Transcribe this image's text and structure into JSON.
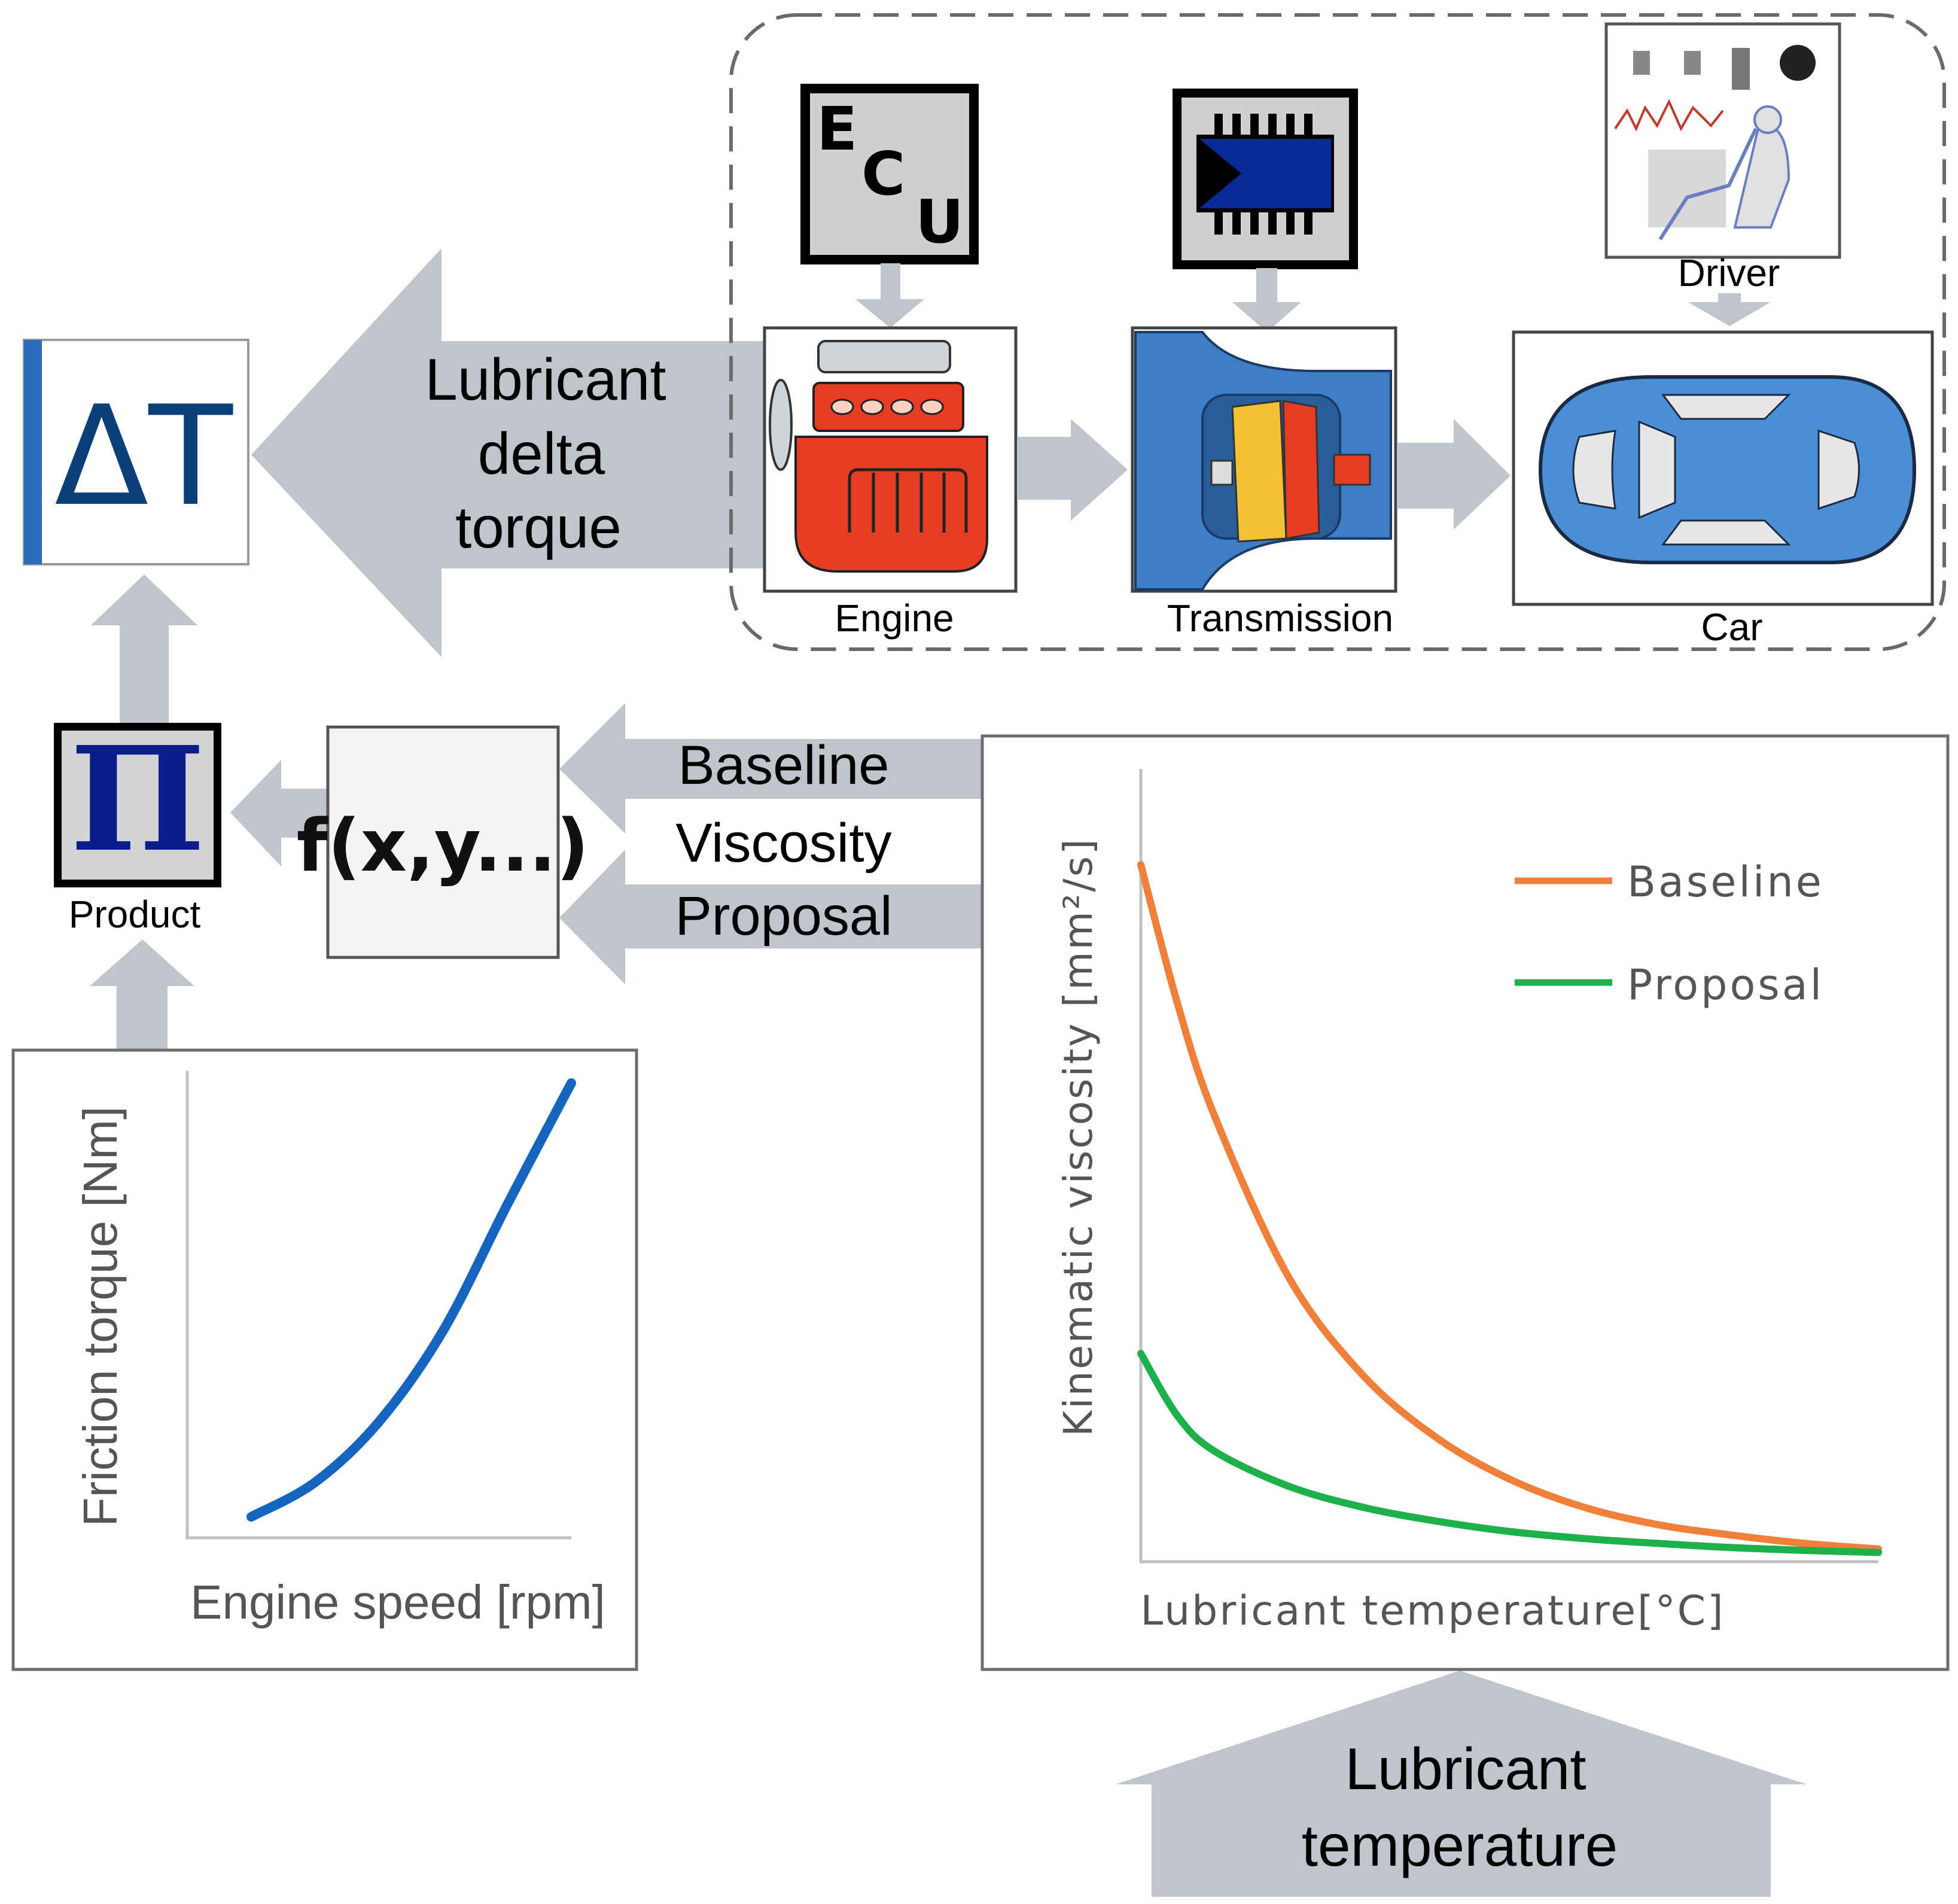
{
  "colors": {
    "arrow": "#bfc5cb",
    "frame": "#6d6d6d",
    "dashed_border": "#6a6a6a",
    "delta_blue": "#0b3f7a",
    "delta_bar": "#2a6cb8",
    "product_blue": "#0a1d8c",
    "friction_curve": "#1565c0",
    "baseline": "#f07f3a",
    "proposal": "#1db04b",
    "axis_text": "#555555",
    "engine_red": "#e63c24",
    "trans_blue": "#3d7ec4",
    "car_blue": "#4a8ed3"
  },
  "blocks": {
    "delta_symbol": "ΔT",
    "product_symbol": "Π",
    "product_label": "Product",
    "function_symbol": "f(x,y...)",
    "ecu_letters": [
      "E",
      "C",
      "U"
    ],
    "engine_label": "Engine",
    "transmission_label": "Transmission",
    "car_label": "Car",
    "driver_label": "Driver"
  },
  "arrows": {
    "lubricant_delta_torque": [
      "Lubricant",
      "delta",
      "torque"
    ],
    "viscosity": [
      "Baseline",
      "Viscosity",
      "Proposal"
    ],
    "lubricant_temperature": [
      "Lubricant",
      "temperature"
    ]
  },
  "chart_data": [
    {
      "type": "line",
      "xlabel": "Engine speed [rpm]",
      "ylabel": "Friction torque [Nm]",
      "series": [
        {
          "x": [
            0.0,
            0.2,
            0.4,
            0.6,
            0.8,
            1.0
          ],
          "y": [
            0.0,
            0.08,
            0.22,
            0.43,
            0.72,
            1.0
          ]
        }
      ]
    },
    {
      "type": "line",
      "xlabel": "Lubricant temperature[°C]",
      "ylabel": "Kinematic viscosity [mm²/s]",
      "legend": "top-right",
      "series": [
        {
          "name": "Baseline",
          "color": "#f07f3a",
          "x": [
            0.0,
            0.05,
            0.1,
            0.2,
            0.3,
            0.4,
            0.5,
            0.6,
            0.7,
            0.8,
            0.9,
            1.0
          ],
          "y": [
            1.0,
            0.8,
            0.64,
            0.41,
            0.27,
            0.18,
            0.12,
            0.08,
            0.055,
            0.04,
            0.028,
            0.02
          ]
        },
        {
          "name": "Proposal",
          "color": "#1db04b",
          "x": [
            0.0,
            0.05,
            0.1,
            0.2,
            0.3,
            0.4,
            0.5,
            0.6,
            0.7,
            0.8,
            0.9,
            1.0
          ],
          "y": [
            0.3,
            0.21,
            0.16,
            0.11,
            0.08,
            0.06,
            0.045,
            0.035,
            0.028,
            0.022,
            0.018,
            0.015
          ]
        }
      ]
    }
  ]
}
